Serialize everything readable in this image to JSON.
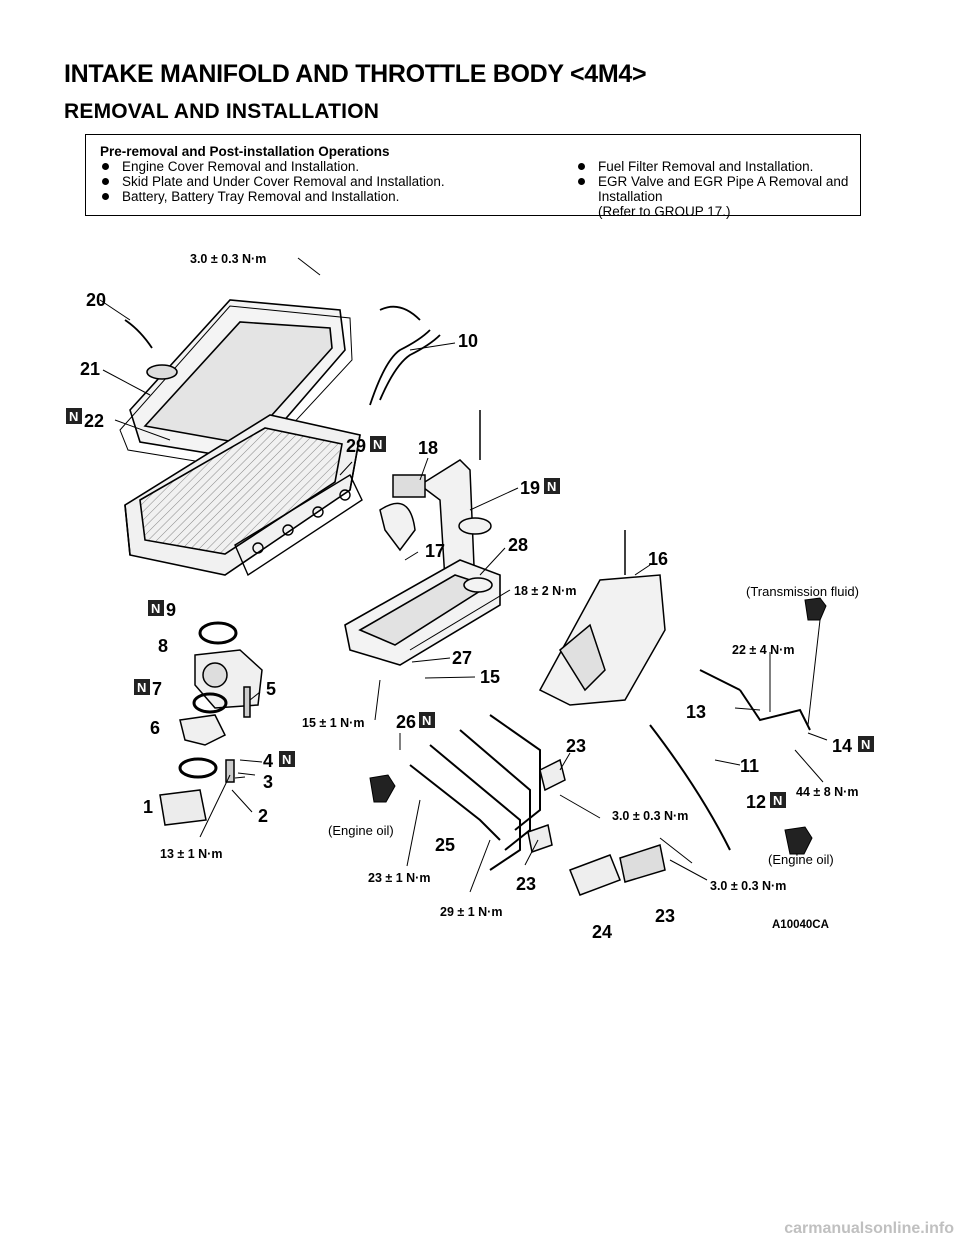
{
  "header": {
    "title": "INTAKE MANIFOLD AND THROTTLE BODY <4M4>",
    "subtitle": "REMOVAL AND INSTALLATION"
  },
  "operations": {
    "heading": "Pre-removal and Post-installation Operations",
    "left": [
      "Engine Cover Removal and Installation.",
      "Skid Plate and Under Cover Removal and Installation.",
      "Battery, Battery Tray Removal and Installation."
    ],
    "right": [
      "Fuel Filter Removal and Installation.",
      "EGR Valve and EGR Pipe A Removal and Installation"
    ],
    "right_cont": "(Refer to GROUP 17.)"
  },
  "diagram": {
    "parts": {
      "p1": "1",
      "p2": "2",
      "p3": "3",
      "p4": "4",
      "p5": "5",
      "p6": "6",
      "p7": "7",
      "p8": "8",
      "p9": "9",
      "p10": "10",
      "p11": "11",
      "p12": "12",
      "p13": "13",
      "p14": "14",
      "p15": "15",
      "p16": "16",
      "p17": "17",
      "p18": "18",
      "p19": "19",
      "p20": "20",
      "p21": "21",
      "p22": "22",
      "p23a": "23",
      "p23b": "23",
      "p23c": "23",
      "p24": "24",
      "p25": "25",
      "p26": "26",
      "p27": "27",
      "p28": "28",
      "p29": "29"
    },
    "new_part_mark": "N",
    "torques": {
      "t_cover": "3.0 ± 0.3 N·m",
      "t18": "18 ± 2 N·m",
      "t22": "22 ± 4 N·m",
      "t15": "15 ± 1 N·m",
      "t3a": "3.0 ± 0.3 N·m",
      "t44": "44 ± 8 N·m",
      "t13": "13 ± 1 N·m",
      "t23": "23 ± 1 N·m",
      "t29": "29 ± 1 N·m",
      "t3b": "3.0 ± 0.3 N·m"
    },
    "notes": {
      "transmission_fluid": "(Transmission fluid)",
      "engine_oil_a": "(Engine oil)",
      "engine_oil_b": "(Engine oil)"
    },
    "figure_code": "A10040CA"
  },
  "watermark": "carmanualsonline.info"
}
